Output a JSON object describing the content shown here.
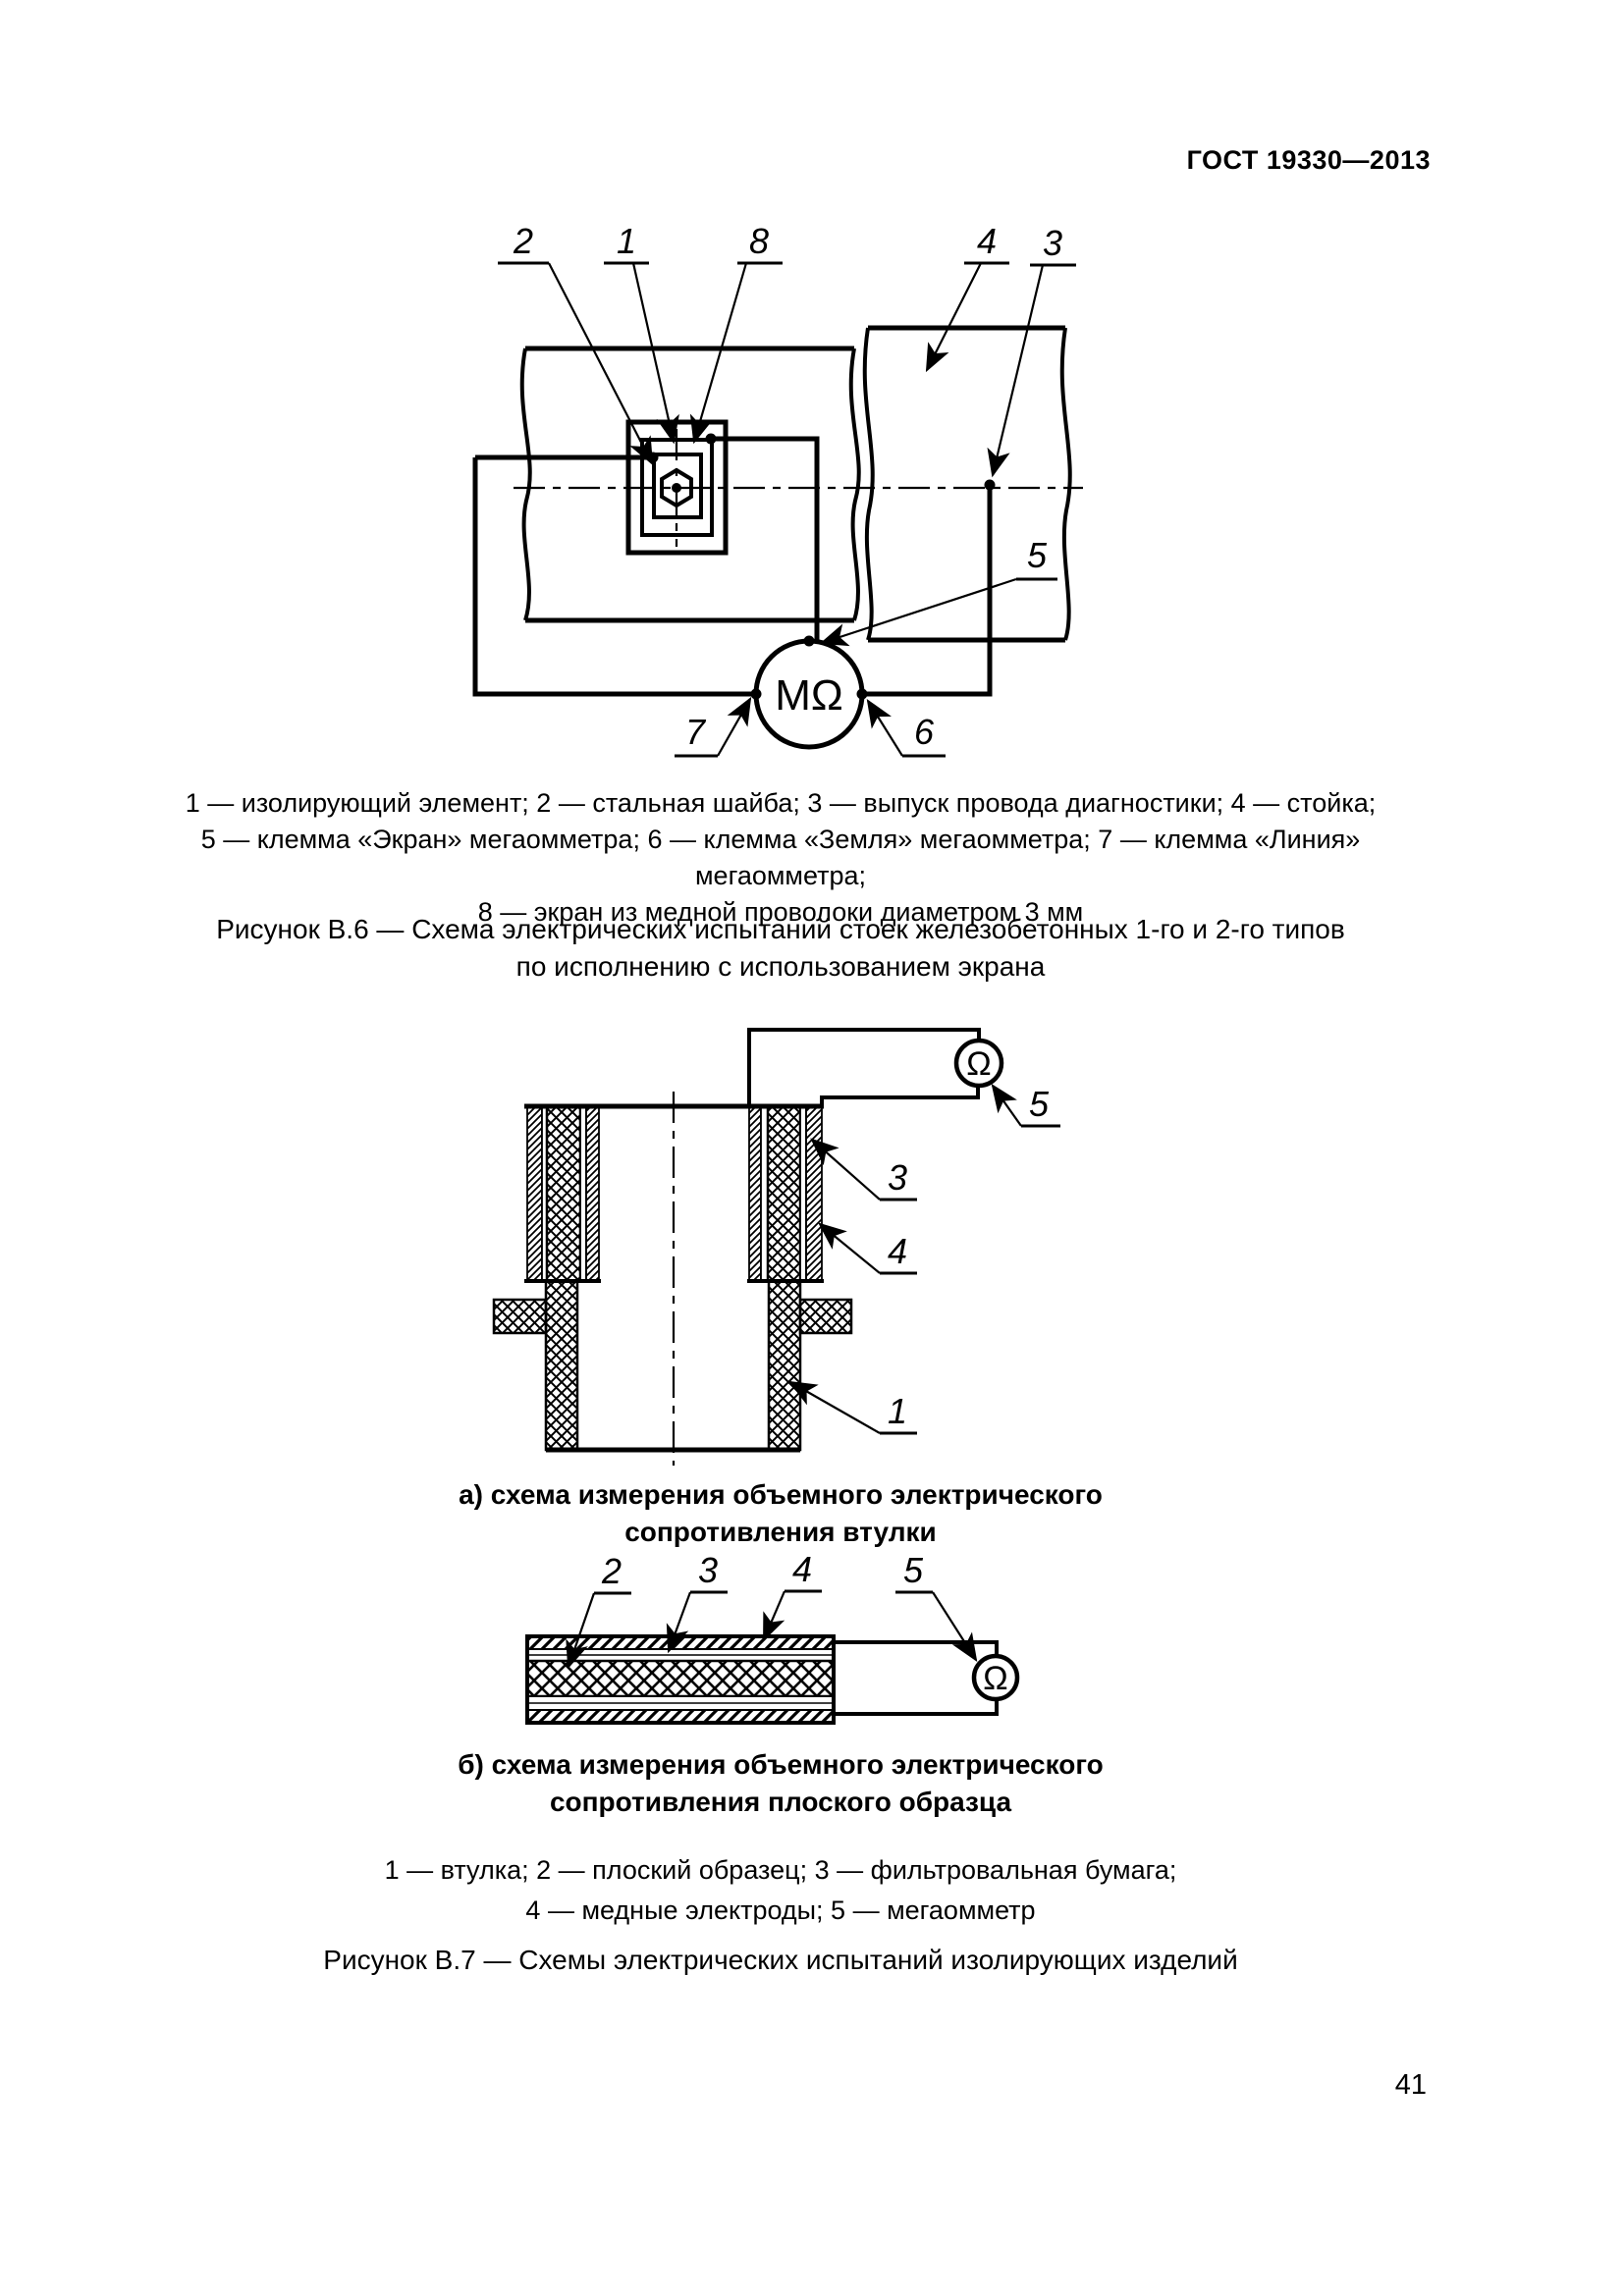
{
  "doc": {
    "header": "ГОСТ 19330—2013",
    "page_number": "41",
    "colors": {
      "ink": "#000000",
      "paper": "#ffffff"
    }
  },
  "figure_b6": {
    "callouts": {
      "n1": "1",
      "n2": "2",
      "n3": "3",
      "n4": "4",
      "n5": "5",
      "n6": "6",
      "n7": "7",
      "n8": "8"
    },
    "meter": "МΩ",
    "legend": [
      "1 — изолирующий элемент; 2 — стальная шайба; 3 — выпуск провода диагностики; 4 — стойка;",
      "5 — клемма «Экран» мегаомметра; 6 — клемма «Земля» мегаомметра; 7 — клемма «Линия» мегаомметра;",
      "8 — экран из медной проволоки диаметром 3 мм"
    ],
    "caption": [
      "Рисунок В.6 — Схема электрических испытаний стоек железобетонных 1-го и 2-го типов",
      "по исполнению с использованием экрана"
    ]
  },
  "figure_b7": {
    "sub_a": {
      "callouts": {
        "n1": "1",
        "n3": "3",
        "n4": "4",
        "n5": "5"
      },
      "meter": "Ω",
      "caption": [
        "а) схема измерения объемного электрического",
        "сопротивления  втулки"
      ]
    },
    "sub_b": {
      "callouts": {
        "n2": "2",
        "n3": "3",
        "n4": "4",
        "n5": "5"
      },
      "meter": "Ω",
      "caption": [
        "б) схема измерения объемного электрического",
        "сопротивления плоского образца"
      ]
    },
    "legend": [
      "1 — втулка; 2 — плоский образец; 3 — фильтровальная бумага;",
      "4 — медные электроды; 5 — мегаомметр"
    ],
    "caption": "Рисунок В.7 — Схемы электрических испытаний изолирующих изделий"
  }
}
